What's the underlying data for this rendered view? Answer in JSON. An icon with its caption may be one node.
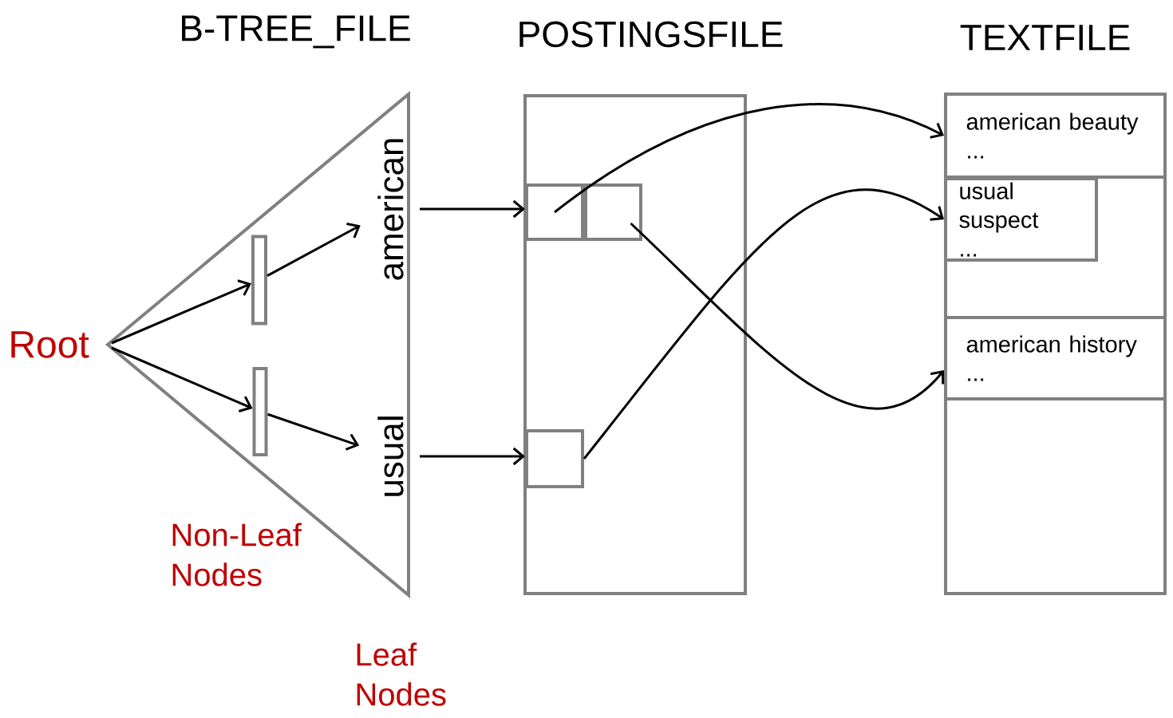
{
  "diagram": {
    "nodes": [
      {
        "text": [
          "B-TREE_FILE"
        ]
      },
      {
        "text": [],
        "shape": "box",
        "in": 0
      },
      {
        "text": [],
        "shape": "box",
        "in": 0
      },
      {
        "text": [
          "american"
        ],
        "in": 0
      },
      {
        "text": [
          "usual"
        ],
        "in": 0
      },
      {
        "text": [
          "POSTINGSFILE"
        ]
      },
      {
        "text": [],
        "shape": "box",
        "in": 5
      },
      {
        "text": [],
        "shape": "box",
        "in": 5
      },
      {
        "text": [],
        "shape": "box",
        "in": 5
      },
      {
        "text": [
          "TEXTFILE"
        ]
      },
      {
        "text": [
          "american beauty ..."
        ],
        "in": 9
      },
      {
        "text": [
          "usual suspect ..."
        ],
        "in": 9
      },
      {
        "text": [
          "american history ..."
        ],
        "in": 9
      }
    ],
    "edges": [
      {
        "from": null,
        "to": 1,
        "arrow": "to"
      },
      {
        "from": null,
        "to": 2,
        "arrow": "to"
      },
      {
        "from": 1,
        "to": 3,
        "arrow": "to"
      },
      {
        "from": 2,
        "to": 4,
        "arrow": "to"
      },
      {
        "from": 3,
        "to": 6,
        "arrow": "to"
      },
      {
        "from": 4,
        "to": 8,
        "arrow": "to"
      },
      {
        "from": 6,
        "to": 10,
        "arrow": "to"
      },
      {
        "from": 7,
        "to": 12,
        "arrow": "to"
      },
      {
        "from": 8,
        "to": 11,
        "arrow": "to"
      }
    ],
    "labels": [
      "Root",
      "Non-Leaf Nodes",
      "Leaf Nodes"
    ]
  }
}
